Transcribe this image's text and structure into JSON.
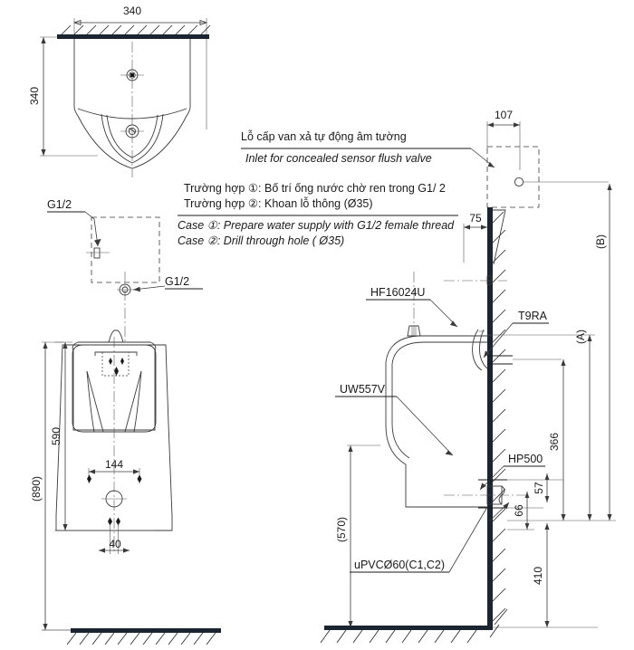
{
  "drawing": {
    "title": "Urinal installation drawing",
    "language_primary": "vi",
    "language_secondary": "en"
  },
  "notes": {
    "callout_vi": "Lỗ cấp van xả tự động âm tường",
    "callout_en": "Inlet for concealed sensor flush valve",
    "case1_vi": "Trường hợp ①: Bố trí ống nước chờ ren trong G1/ 2",
    "case2_vi": "Trường hợp ②: Khoan lỗ thông (Ø35)",
    "case1_en": "Case ①: Prepare water supply with G1/2 female thread",
    "case2_en": "Case ②: Drill through hole ( Ø35)"
  },
  "labels": {
    "g12_upper": "G1/2",
    "g12_lower": "G1/2",
    "hf16024u": "HF16024U",
    "t9ra": "T9RA",
    "uw557v": "UW557V",
    "hp500": "HP500",
    "upvc": "uPVCØ60(C1,C2)"
  },
  "dimensions": {
    "plan_width": "340",
    "plan_depth": "340",
    "front_height_590": "590",
    "front_total_890": "(890)",
    "front_holes_144": "144",
    "front_slot_40": "40",
    "side_107": "107",
    "side_75": "75",
    "side_366": "366",
    "side_410": "410",
    "side_57": "57",
    "side_66": "66",
    "side_570": "(570)",
    "side_A": "(A)",
    "side_B": "(B)"
  },
  "colors": {
    "line": "#3a3a3a",
    "wall_fill": "#1b2430",
    "text": "#1a1a1a",
    "background": "#ffffff"
  }
}
